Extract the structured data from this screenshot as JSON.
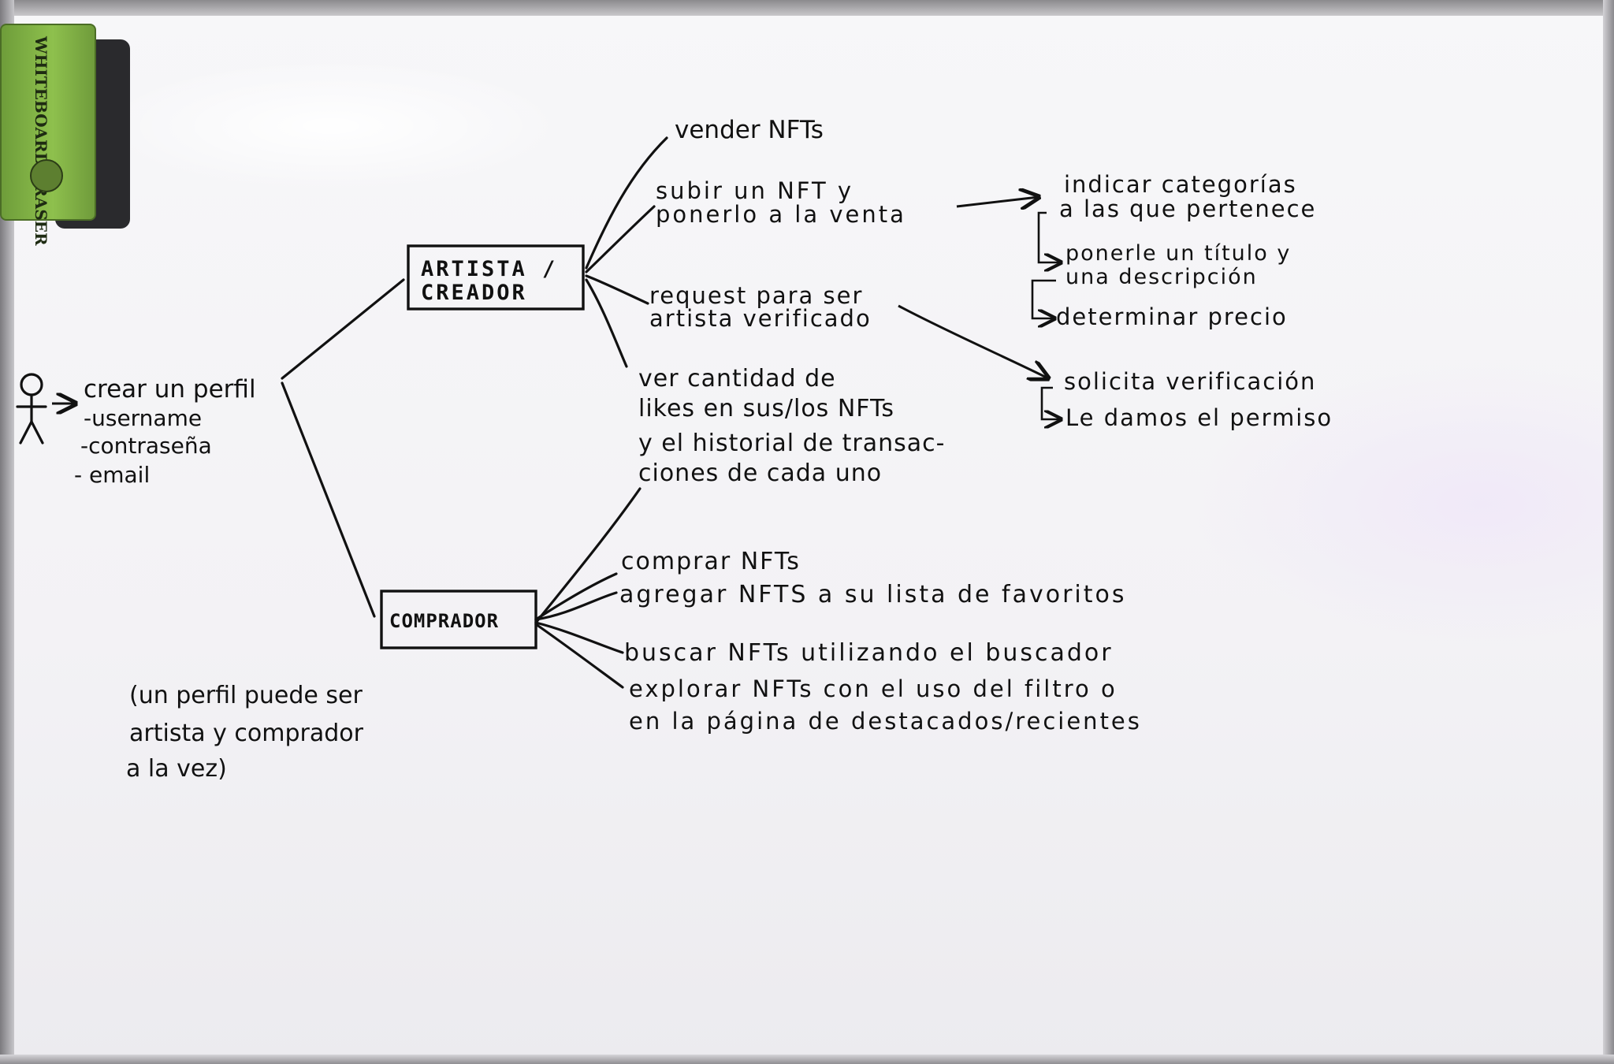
{
  "eraser": {
    "label": "WHITEBOARD ERASER"
  },
  "user": {
    "icon": "stick-figure-icon",
    "title": "crear un perfil",
    "fields": [
      "-username",
      "-contraseña",
      "- email"
    ],
    "note_lines": [
      "(un perfil puede ser",
      "artista y comprador",
      "a la vez)"
    ]
  },
  "artista": {
    "box_lines": [
      "ARTISTA /",
      "CREADOR"
    ],
    "items": {
      "vender": [
        "vender NFTs"
      ],
      "subir": [
        "subir un NFT y",
        "ponerlo a la venta"
      ],
      "request": [
        "request para ser",
        "artista verificado"
      ],
      "ver": [
        "ver cantidad de",
        "likes en sus/los NFTs",
        "y el historial de transac-",
        "ciones de cada uno"
      ]
    },
    "subir_steps": [
      "indicar categorías",
      "a las que pertenece",
      "ponerle un título y",
      "una descripción",
      "determinar precio"
    ],
    "request_steps": [
      "solicita verificación",
      "Le damos el permiso"
    ]
  },
  "comprador": {
    "box_label": "COMPRADOR",
    "items": [
      [
        "comprar NFTs"
      ],
      [
        "agregar NFTS a su lista de favoritos"
      ],
      [
        "buscar NFTs utilizando el buscador"
      ],
      [
        "explorar NFTs con el uso del filtro o",
        "en la página de destacados/recientes"
      ]
    ]
  },
  "colors": {
    "ink": "#111111",
    "board": "#f4f3f6",
    "eraser": "#8ec04d"
  }
}
